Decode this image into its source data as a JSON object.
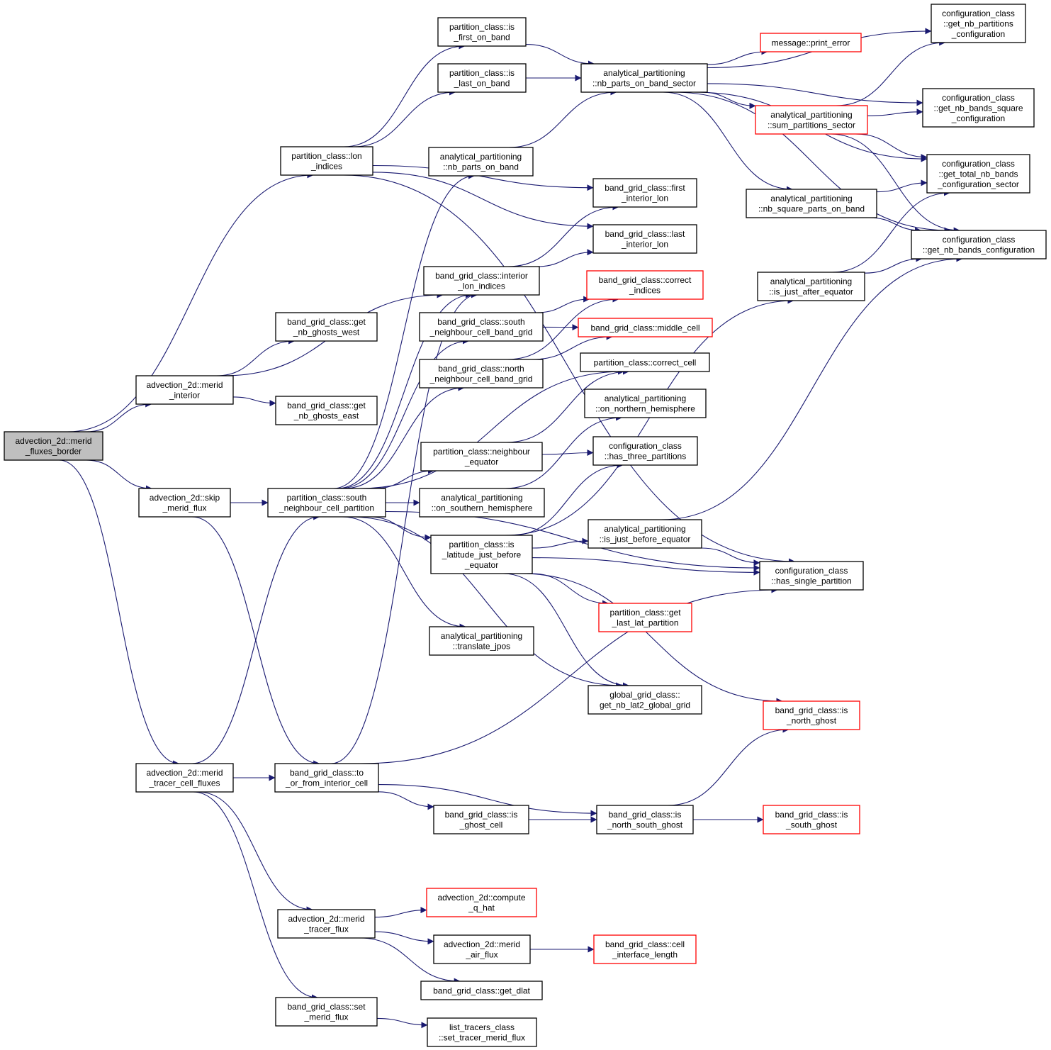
{
  "colors": {
    "edge": "#191970",
    "root_fill": "#bfbfbf",
    "node_fill": "#ffffff",
    "node_border": "#000000",
    "truncated_border": "#ff0000"
  },
  "nodes": {
    "root": {
      "lines": [
        "advection_2d::merid",
        "_fluxes_border"
      ],
      "root": true
    },
    "lon_indices": {
      "lines": [
        "partition_class::lon",
        "_indices"
      ]
    },
    "merid_interior": {
      "lines": [
        "advection_2d::merid",
        "_interior"
      ]
    },
    "skip_merid_flux": {
      "lines": [
        "advection_2d::skip",
        "_merid_flux"
      ]
    },
    "merid_tracer_cell_fluxes": {
      "lines": [
        "advection_2d::merid",
        "_tracer_cell_fluxes"
      ]
    },
    "is_first_on_band": {
      "lines": [
        "partition_class::is",
        "_first_on_band"
      ]
    },
    "is_last_on_band": {
      "lines": [
        "partition_class::is",
        "_last_on_band"
      ]
    },
    "nb_parts_on_band": {
      "lines": [
        "analytical_partitioning",
        "::nb_parts_on_band"
      ]
    },
    "get_nb_ghosts_west": {
      "lines": [
        "band_grid_class::get",
        "_nb_ghosts_west"
      ]
    },
    "get_nb_ghosts_east": {
      "lines": [
        "band_grid_class::get",
        "_nb_ghosts_east"
      ]
    },
    "south_neighbour_cell_partition": {
      "lines": [
        "partition_class::south",
        "_neighbour_cell_partition"
      ]
    },
    "to_or_from_interior_cell": {
      "lines": [
        "band_grid_class::to",
        "_or_from_interior_cell"
      ]
    },
    "merid_tracer_flux": {
      "lines": [
        "advection_2d::merid",
        "_tracer_flux"
      ]
    },
    "set_merid_flux": {
      "lines": [
        "band_grid_class::set",
        "_merid_flux"
      ]
    },
    "nb_parts_on_band_sector": {
      "lines": [
        "analytical_partitioning",
        "::nb_parts_on_band_sector"
      ]
    },
    "interior_lon_indices": {
      "lines": [
        "band_grid_class::interior",
        "_lon_indices"
      ]
    },
    "south_neighbour_cell_band_grid": {
      "lines": [
        "band_grid_class::south",
        "_neighbour_cell_band_grid"
      ]
    },
    "north_neighbour_cell_band_grid": {
      "lines": [
        "band_grid_class::north",
        "_neighbour_cell_band_grid"
      ]
    },
    "neighbour_equator": {
      "lines": [
        "partition_class::neighbour",
        "_equator"
      ]
    },
    "on_southern_hemisphere": {
      "lines": [
        "analytical_partitioning",
        "::on_southern_hemisphere"
      ]
    },
    "is_latitude_just_before_equator": {
      "lines": [
        "partition_class::is",
        "_latitude_just_before",
        "_equator"
      ]
    },
    "translate_jpos": {
      "lines": [
        "analytical_partitioning",
        "::translate_jpos"
      ]
    },
    "is_ghost_cell": {
      "lines": [
        "band_grid_class::is",
        "_ghost_cell"
      ]
    },
    "compute_q_hat": {
      "lines": [
        "advection_2d::compute",
        "_q_hat"
      ],
      "truncated": true
    },
    "merid_air_flux": {
      "lines": [
        "advection_2d::merid",
        "_air_flux"
      ]
    },
    "get_dlat": {
      "lines": [
        "band_grid_class::get_dlat"
      ]
    },
    "set_tracer_merid_flux": {
      "lines": [
        "list_tracers_class",
        "::set_tracer_merid_flux"
      ]
    },
    "first_interior_lon": {
      "lines": [
        "band_grid_class::first",
        "_interior_lon"
      ]
    },
    "last_interior_lon": {
      "lines": [
        "band_grid_class::last",
        "_interior_lon"
      ]
    },
    "correct_indices": {
      "lines": [
        "band_grid_class::correct",
        "_indices"
      ],
      "truncated": true
    },
    "middle_cell": {
      "lines": [
        "band_grid_class::middle_cell"
      ],
      "truncated": true
    },
    "correct_cell": {
      "lines": [
        "partition_class::correct_cell"
      ]
    },
    "on_northern_hemisphere": {
      "lines": [
        "analytical_partitioning",
        "::on_northern_hemisphere"
      ]
    },
    "has_three_partitions": {
      "lines": [
        "configuration_class",
        "::has_three_partitions"
      ]
    },
    "is_just_before_equator": {
      "lines": [
        "analytical_partitioning",
        "::is_just_before_equator"
      ]
    },
    "get_last_lat_partition": {
      "lines": [
        "partition_class::get",
        "_last_lat_partition"
      ],
      "truncated": true
    },
    "get_nb_lat2_global_grid": {
      "lines": [
        "global_grid_class::",
        "get_nb_lat2_global_grid"
      ]
    },
    "is_north_south_ghost": {
      "lines": [
        "band_grid_class::is",
        "_north_south_ghost"
      ]
    },
    "cell_interface_length": {
      "lines": [
        "band_grid_class::cell",
        "_interface_length"
      ],
      "truncated": true
    },
    "print_error": {
      "lines": [
        "message::print_error"
      ],
      "truncated": true
    },
    "sum_partitions_sector": {
      "lines": [
        "analytical_partitioning",
        "::sum_partitions_sector"
      ],
      "truncated": true
    },
    "nb_square_parts_on_band": {
      "lines": [
        "analytical_partitioning",
        "::nb_square_parts_on_band"
      ]
    },
    "is_just_after_equator": {
      "lines": [
        "analytical_partitioning",
        "::is_just_after_equator"
      ]
    },
    "has_single_partition": {
      "lines": [
        "configuration_class",
        "::has_single_partition"
      ]
    },
    "is_north_ghost": {
      "lines": [
        "band_grid_class::is",
        "_north_ghost"
      ],
      "truncated": true
    },
    "is_south_ghost": {
      "lines": [
        "band_grid_class::is",
        "_south_ghost"
      ],
      "truncated": true
    },
    "get_nb_partitions_configuration": {
      "lines": [
        "configuration_class",
        "::get_nb_partitions",
        "_configuration"
      ]
    },
    "get_nb_bands_square_configuration": {
      "lines": [
        "configuration_class",
        "::get_nb_bands_square",
        "_configuration"
      ]
    },
    "get_total_nb_bands_configuration_sector": {
      "lines": [
        "configuration_class",
        "::get_total_nb_bands",
        "_configuration_sector"
      ]
    },
    "get_nb_bands_configuration": {
      "lines": [
        "configuration_class",
        "::get_nb_bands_configuration"
      ]
    }
  },
  "edges": [
    [
      "root",
      "lon_indices"
    ],
    [
      "root",
      "merid_interior"
    ],
    [
      "root",
      "skip_merid_flux"
    ],
    [
      "root",
      "merid_tracer_cell_fluxes"
    ],
    [
      "lon_indices",
      "is_first_on_band"
    ],
    [
      "lon_indices",
      "is_last_on_band"
    ],
    [
      "lon_indices",
      "first_interior_lon"
    ],
    [
      "lon_indices",
      "last_interior_lon"
    ],
    [
      "lon_indices",
      "has_single_partition"
    ],
    [
      "merid_interior",
      "get_nb_ghosts_west"
    ],
    [
      "merid_interior",
      "get_nb_ghosts_east"
    ],
    [
      "merid_interior",
      "interior_lon_indices"
    ],
    [
      "skip_merid_flux",
      "south_neighbour_cell_partition"
    ],
    [
      "skip_merid_flux",
      "to_or_from_interior_cell"
    ],
    [
      "merid_tracer_cell_fluxes",
      "to_or_from_interior_cell"
    ],
    [
      "merid_tracer_cell_fluxes",
      "south_neighbour_cell_partition"
    ],
    [
      "merid_tracer_cell_fluxes",
      "merid_tracer_flux"
    ],
    [
      "merid_tracer_cell_fluxes",
      "set_merid_flux"
    ],
    [
      "is_first_on_band",
      "nb_parts_on_band_sector"
    ],
    [
      "is_last_on_band",
      "nb_parts_on_band_sector"
    ],
    [
      "nb_parts_on_band",
      "nb_parts_on_band_sector"
    ],
    [
      "nb_parts_on_band_sector",
      "get_nb_partitions_configuration"
    ],
    [
      "nb_parts_on_band_sector",
      "print_error"
    ],
    [
      "nb_parts_on_band_sector",
      "get_nb_bands_square_configuration"
    ],
    [
      "nb_parts_on_band_sector",
      "sum_partitions_sector"
    ],
    [
      "nb_parts_on_band_sector",
      "get_total_nb_bands_configuration_sector"
    ],
    [
      "nb_parts_on_band_sector",
      "nb_square_parts_on_band"
    ],
    [
      "nb_parts_on_band_sector",
      "get_nb_bands_configuration"
    ],
    [
      "sum_partitions_sector",
      "get_nb_bands_square_configuration"
    ],
    [
      "sum_partitions_sector",
      "get_nb_partitions_configuration"
    ],
    [
      "sum_partitions_sector",
      "get_total_nb_bands_configuration_sector"
    ],
    [
      "sum_partitions_sector",
      "get_nb_bands_configuration"
    ],
    [
      "nb_square_parts_on_band",
      "get_total_nb_bands_configuration_sector"
    ],
    [
      "nb_square_parts_on_band",
      "get_nb_bands_configuration"
    ],
    [
      "is_just_after_equator",
      "get_total_nb_bands_configuration_sector"
    ],
    [
      "is_just_after_equator",
      "get_nb_bands_configuration"
    ],
    [
      "interior_lon_indices",
      "first_interior_lon"
    ],
    [
      "interior_lon_indices",
      "last_interior_lon"
    ],
    [
      "south_neighbour_cell_band_grid",
      "correct_indices"
    ],
    [
      "south_neighbour_cell_band_grid",
      "middle_cell"
    ],
    [
      "north_neighbour_cell_band_grid",
      "correct_indices"
    ],
    [
      "north_neighbour_cell_band_grid",
      "middle_cell"
    ],
    [
      "south_neighbour_cell_partition",
      "nb_parts_on_band"
    ],
    [
      "south_neighbour_cell_partition",
      "interior_lon_indices"
    ],
    [
      "south_neighbour_cell_partition",
      "south_neighbour_cell_band_grid"
    ],
    [
      "south_neighbour_cell_partition",
      "north_neighbour_cell_band_grid"
    ],
    [
      "south_neighbour_cell_partition",
      "correct_cell"
    ],
    [
      "south_neighbour_cell_partition",
      "neighbour_equator"
    ],
    [
      "south_neighbour_cell_partition",
      "on_southern_hemisphere"
    ],
    [
      "south_neighbour_cell_partition",
      "is_latitude_just_before_equator"
    ],
    [
      "south_neighbour_cell_partition",
      "translate_jpos"
    ],
    [
      "south_neighbour_cell_partition",
      "get_nb_lat2_global_grid"
    ],
    [
      "south_neighbour_cell_partition",
      "has_single_partition"
    ],
    [
      "neighbour_equator",
      "correct_cell"
    ],
    [
      "neighbour_equator",
      "has_three_partitions"
    ],
    [
      "on_southern_hemisphere",
      "on_northern_hemisphere"
    ],
    [
      "is_latitude_just_before_equator",
      "has_three_partitions"
    ],
    [
      "is_latitude_just_before_equator",
      "is_just_after_equator"
    ],
    [
      "is_latitude_just_before_equator",
      "is_just_before_equator"
    ],
    [
      "is_latitude_just_before_equator",
      "has_single_partition"
    ],
    [
      "is_latitude_just_before_equator",
      "get_last_lat_partition"
    ],
    [
      "is_latitude_just_before_equator",
      "get_nb_lat2_global_grid"
    ],
    [
      "is_latitude_just_before_equator",
      "is_north_ghost"
    ],
    [
      "is_just_before_equator",
      "has_single_partition"
    ],
    [
      "is_just_before_equator",
      "get_nb_bands_configuration"
    ],
    [
      "to_or_from_interior_cell",
      "interior_lon_indices"
    ],
    [
      "to_or_from_interior_cell",
      "is_ghost_cell"
    ],
    [
      "to_or_from_interior_cell",
      "is_north_south_ghost"
    ],
    [
      "to_or_from_interior_cell",
      "has_single_partition"
    ],
    [
      "is_ghost_cell",
      "is_north_south_ghost"
    ],
    [
      "is_north_south_ghost",
      "is_north_ghost"
    ],
    [
      "is_north_south_ghost",
      "is_south_ghost"
    ],
    [
      "merid_tracer_flux",
      "compute_q_hat"
    ],
    [
      "merid_tracer_flux",
      "merid_air_flux"
    ],
    [
      "merid_tracer_flux",
      "get_dlat"
    ],
    [
      "merid_air_flux",
      "cell_interface_length"
    ],
    [
      "set_merid_flux",
      "set_tracer_merid_flux"
    ]
  ]
}
